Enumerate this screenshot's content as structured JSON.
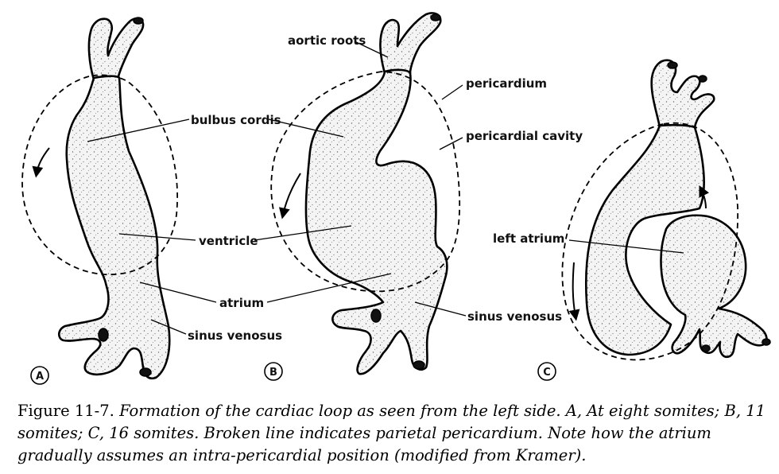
{
  "labels": {
    "aortic_roots": "aortic roots",
    "pericardium": "pericardium",
    "bulbus_cordis": "bulbus cordis",
    "pericardial_cavity": "pericardial cavity",
    "ventricle": "ventricle",
    "left_atrium": "left atrium",
    "atrium": "atrium",
    "sinus_venosus_a": "sinus venosus",
    "sinus_venosus_b": "sinus venosus"
  },
  "panels": {
    "a": "A",
    "b": "B",
    "c": "C"
  },
  "caption": {
    "figure_number": "Figure 11-7.",
    "text": "Formation of the cardiac loop as seen from the left side. A, At eight somites; B, 11 somites; C, 16 somites. Broken line indicates parietal pericardium. Note how the atrium gradually assumes an intra-pericardial position (modified from Kramer)."
  }
}
